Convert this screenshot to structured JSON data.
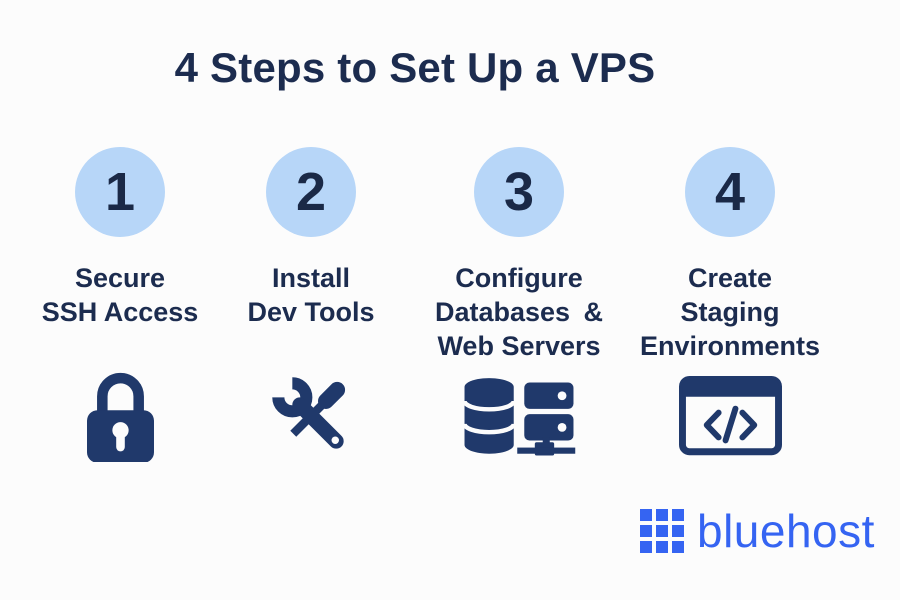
{
  "title": "4 Steps to Set Up a VPS",
  "colors": {
    "background": "#fcfcfc",
    "text-navy": "#1c2c4f",
    "icon-navy": "#20396b",
    "number-navy": "#1a2947",
    "circle-blue": "#b7d6f8",
    "brand-blue": "#3564f2"
  },
  "steps": [
    {
      "number": "1",
      "label_lines": [
        "Secure",
        "SSH Access"
      ],
      "icon": "lock-icon"
    },
    {
      "number": "2",
      "label_lines": [
        "Install",
        "Dev Tools"
      ],
      "icon": "wrench-screwdriver-icon"
    },
    {
      "number": "3",
      "label_lines": [
        "Configure",
        "Databases &",
        "Web Servers"
      ],
      "icon": "database-server-icon"
    },
    {
      "number": "4",
      "label_lines": [
        "Create",
        "Staging",
        "Environments"
      ],
      "icon": "code-window-icon"
    }
  ],
  "logo": {
    "brand_name": "bluehost",
    "grid_icon": "bluehost-grid-icon"
  }
}
